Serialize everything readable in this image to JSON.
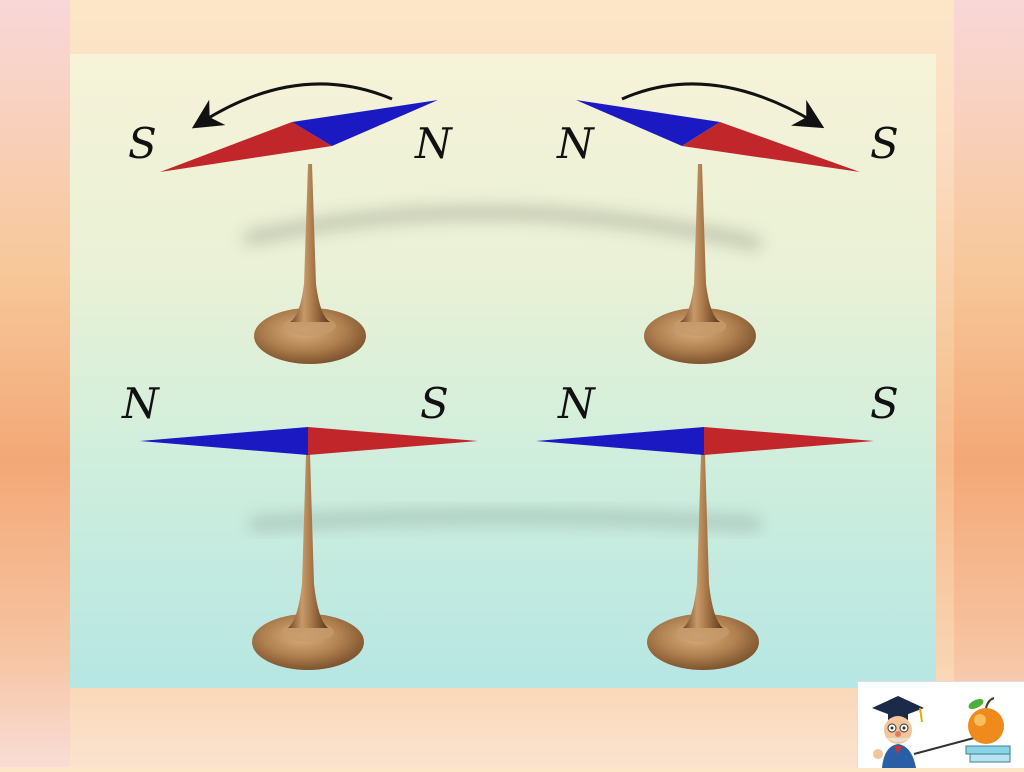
{
  "diagram": {
    "compass_top_left": {
      "left_label": "S",
      "right_label": "N"
    },
    "compass_top_right": {
      "left_label": "N",
      "right_label": "S"
    },
    "compass_bottom_left": {
      "left_label": "N",
      "right_label": "S"
    },
    "compass_bottom_right": {
      "left_label": "N",
      "right_label": "S"
    }
  },
  "colors": {
    "north_half": "#1b19c2",
    "south_half": "#c0262a",
    "pivot": "#a97a4d"
  },
  "logo": {
    "description_icon": "teacher-with-apple-logo-icon"
  }
}
